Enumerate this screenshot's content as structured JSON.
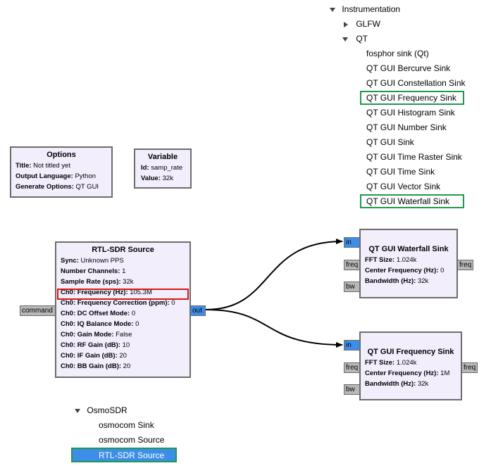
{
  "tree_top": {
    "category": "Instrumentation",
    "children": [
      {
        "label": "GLFW",
        "expanded": false
      },
      {
        "label": "QT",
        "expanded": true,
        "items": [
          "fosphor sink (Qt)",
          "QT GUI Bercurve Sink",
          "QT GUI Constellation Sink",
          "QT GUI Frequency Sink",
          "QT GUI Histogram Sink",
          "QT GUI Number Sink",
          "QT GUI Sink",
          "QT GUI Time Raster Sink",
          "QT GUI Time Sink",
          "QT GUI Vector Sink",
          "QT GUI Waterfall Sink"
        ]
      }
    ]
  },
  "tree_bottom": {
    "category": "OsmoSDR",
    "items": [
      "osmocom Sink",
      "osmocom Source",
      "RTL-SDR Source"
    ],
    "selected": "RTL-SDR Source"
  },
  "options_block": {
    "title": "Options",
    "params": [
      {
        "key": "Title:",
        "value": "Not titled yet"
      },
      {
        "key": "Output Language:",
        "value": "Python"
      },
      {
        "key": "Generate Options:",
        "value": "QT GUI"
      }
    ]
  },
  "variable_block": {
    "title": "Variable",
    "params": [
      {
        "key": "Id:",
        "value": "samp_rate"
      },
      {
        "key": "Value:",
        "value": "32k"
      }
    ]
  },
  "rtl_block": {
    "title": "RTL-SDR Source",
    "params": [
      {
        "key": "Sync:",
        "value": "Unknown PPS"
      },
      {
        "key": "Number Channels:",
        "value": "1"
      },
      {
        "key": "Sample Rate (sps):",
        "value": "32k"
      },
      {
        "key": "Ch0: Frequency (Hz):",
        "value": "105.3M"
      },
      {
        "key": "Ch0: Frequency Correction (ppm):",
        "value": "0"
      },
      {
        "key": "Ch0: DC Offset Mode:",
        "value": "0"
      },
      {
        "key": "Ch0: IQ Balance Mode:",
        "value": "0"
      },
      {
        "key": "Ch0: Gain Mode:",
        "value": "False"
      },
      {
        "key": "Ch0: RF Gain (dB):",
        "value": "10"
      },
      {
        "key": "Ch0: IF Gain (dB):",
        "value": "20"
      },
      {
        "key": "Ch0: BB Gain (dB):",
        "value": "20"
      }
    ],
    "port_in": "command",
    "port_out": "out"
  },
  "waterfall_block": {
    "title": "QT GUI Waterfall Sink",
    "params": [
      {
        "key": "FFT Size:",
        "value": "1.024k"
      },
      {
        "key": "Center Frequency (Hz):",
        "value": "0"
      },
      {
        "key": "Bandwidth (Hz):",
        "value": "32k"
      }
    ],
    "ports": {
      "in": "in",
      "freq_in": "freq",
      "bw": "bw",
      "freq_out": "freq"
    }
  },
  "freq_block": {
    "title": "QT GUI Frequency Sink",
    "params": [
      {
        "key": "FFT Size:",
        "value": "1.024k"
      },
      {
        "key": "Center Frequency (Hz):",
        "value": "1M"
      },
      {
        "key": "Bandwidth (Hz):",
        "value": "32k"
      }
    ],
    "ports": {
      "in": "in",
      "freq_in": "freq",
      "bw": "bw",
      "freq_out": "freq"
    }
  },
  "colors": {
    "block_fill": "#f2eefc",
    "port_blue": "#3d8ee8",
    "port_gray": "#b8b8b8",
    "highlight_green": "#1e9a4a",
    "highlight_red": "#d81818"
  }
}
